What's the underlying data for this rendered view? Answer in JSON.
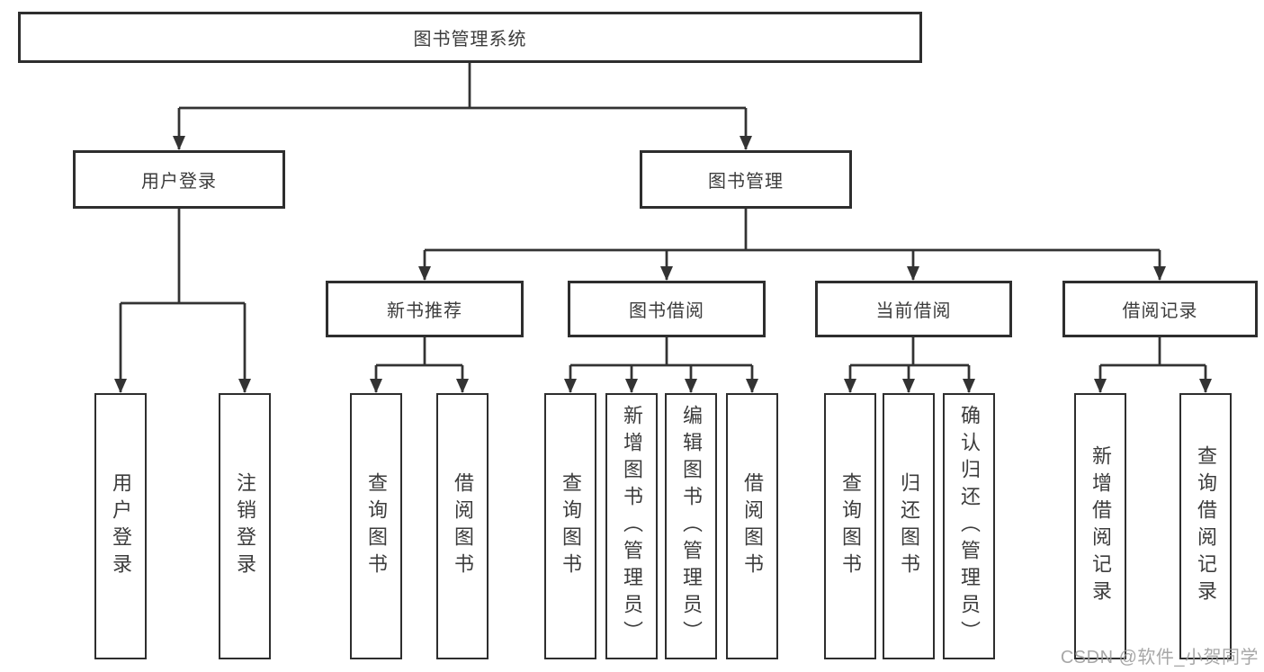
{
  "tree": {
    "root": "图书管理系统",
    "branches": [
      {
        "label": "用户登录",
        "children": [
          {
            "label": "用户登录"
          },
          {
            "label": "注销登录"
          }
        ]
      },
      {
        "label": "图书管理",
        "children": [
          {
            "label": "新书推荐",
            "children": [
              {
                "label": "查询图书"
              },
              {
                "label": "借阅图书"
              }
            ]
          },
          {
            "label": "图书借阅",
            "children": [
              {
                "label": "查询图书"
              },
              {
                "label": "新增图书（管理员）"
              },
              {
                "label": "编辑图书（管理员）"
              },
              {
                "label": "借阅图书"
              }
            ]
          },
          {
            "label": "当前借阅",
            "children": [
              {
                "label": "查询图书"
              },
              {
                "label": "归还图书"
              },
              {
                "label": "确认归还（管理员）"
              }
            ]
          },
          {
            "label": "借阅记录",
            "children": [
              {
                "label": "新增借阅记录"
              },
              {
                "label": "查询借阅记录"
              }
            ]
          }
        ]
      }
    ]
  },
  "watermark": "CSDN @软件_小贺同学",
  "colors": {
    "line": "#333333",
    "box_border": "#2e2e2e",
    "text": "#3c3c3c",
    "background": "#ffffff",
    "watermark": "#9c9c9c"
  }
}
